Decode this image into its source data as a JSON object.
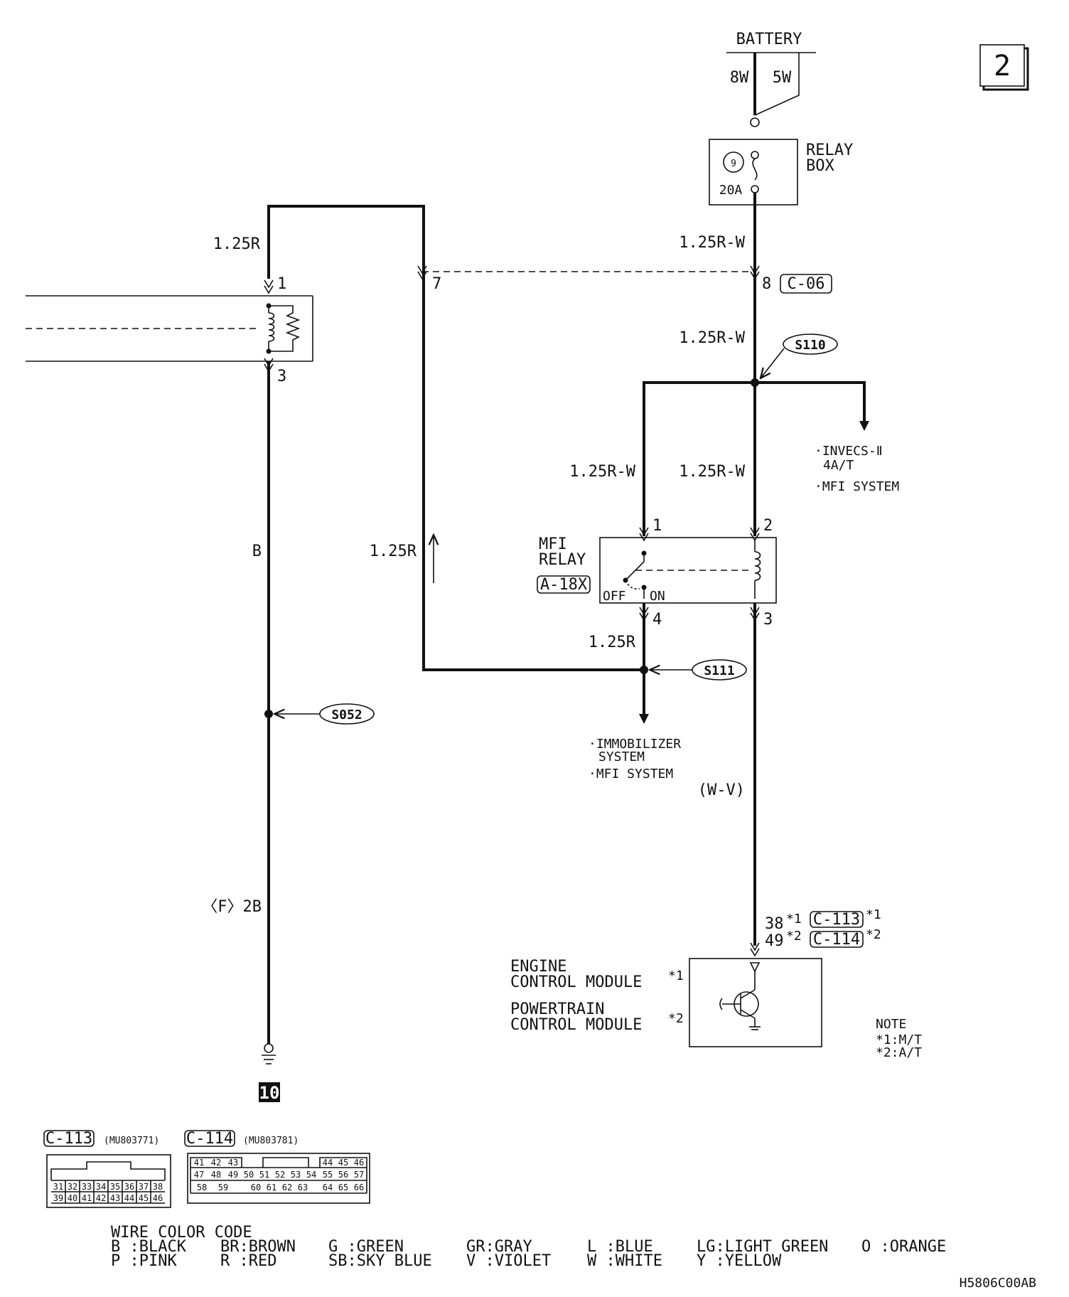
{
  "page_number": "2",
  "battery": {
    "label": "BATTERY",
    "wire_a": "8W",
    "wire_b": "5W"
  },
  "relay_box": {
    "label_line1": "RELAY",
    "label_line2": "BOX",
    "fuse_number": "9",
    "fuse_rating": "20A"
  },
  "wires": {
    "left_top": "1.25R",
    "right_top": "1.25R-W",
    "right_mid": "1.25R-W",
    "relay_left": "1.25R-W",
    "relay_right": "1.25R-W",
    "ground_wire": "B",
    "middle_wire": "1.25R",
    "relay_out": "1.25R",
    "ecm_wire": "(W-V)",
    "ground_bottom": "〈F〉2B"
  },
  "connectors": {
    "c06": "C-06",
    "c06_pin_left": "7",
    "c06_pin_right": "8",
    "coil_pin_top": "1",
    "coil_pin_bottom": "3",
    "ecm_pin_1": "38",
    "ecm_pin_2": "49",
    "ecm_mark_1": "*1",
    "ecm_mark_2": "*2",
    "ecm_conn_1": "C-113",
    "ecm_conn_2": "C-114",
    "ecm_conn_mark_1": "*1",
    "ecm_conn_mark_2": "*2"
  },
  "splices": {
    "s110": "S110",
    "s111": "S111",
    "s052": "S052"
  },
  "branches": {
    "invecs_line1": "·INVECS-Ⅱ",
    "invecs_line2": "4A/T",
    "invecs_line3": "·MFI SYSTEM",
    "immo_line1": "·IMMOBILIZER",
    "immo_line2": "SYSTEM",
    "immo_line3": "·MFI SYSTEM"
  },
  "mfi_relay": {
    "label_line1": "MFI",
    "label_line2": "RELAY",
    "connector": "A-18X",
    "pin_1": "1",
    "pin_2": "2",
    "pin_3": "3",
    "pin_4": "4",
    "state_off": "OFF",
    "state_on": "ON"
  },
  "ecm": {
    "line1": "ENGINE",
    "line2": "CONTROL MODULE",
    "mark1": "*1",
    "line3": "POWERTRAIN",
    "line4": "CONTROL MODULE",
    "mark2": "*2"
  },
  "note": {
    "title": "NOTE",
    "line1": "*1:M/T",
    "line2": "*2:A/T"
  },
  "ground_number": "10",
  "connector_views": {
    "c113_label": "C-113",
    "c113_part": "(MU803771)",
    "c113_rows": [
      [
        "31",
        "32",
        "33",
        "34",
        "35",
        "36",
        "37",
        "38"
      ],
      [
        "39",
        "40",
        "41",
        "42",
        "43",
        "44",
        "45",
        "46"
      ]
    ],
    "c114_label": "C-114",
    "c114_part": "(MU803781)",
    "c114_row1_left": [
      "41",
      "42",
      "43"
    ],
    "c114_row1_right": [
      "44",
      "45",
      "46"
    ],
    "c114_row2": [
      "47",
      "48",
      "49",
      "50",
      "51",
      "52",
      "53",
      "54",
      "55",
      "56",
      "57"
    ],
    "c114_row3_left": [
      "58",
      "59"
    ],
    "c114_row3_mid": [
      "60",
      "61",
      "62",
      "63"
    ],
    "c114_row3_right": [
      "64",
      "65",
      "66"
    ]
  },
  "wire_color_code": {
    "title": "WIRE COLOR CODE",
    "row1": [
      "B :BLACK",
      "BR:BROWN",
      "G :GREEN",
      "GR:GRAY",
      "L :BLUE",
      "LG:LIGHT GREEN",
      "O :ORANGE"
    ],
    "row2": [
      "P :PINK",
      "R :RED",
      "SB:SKY BLUE",
      "V :VIOLET",
      "W :WHITE",
      "Y :YELLOW"
    ]
  },
  "diagram_code": "H5806C00AB"
}
